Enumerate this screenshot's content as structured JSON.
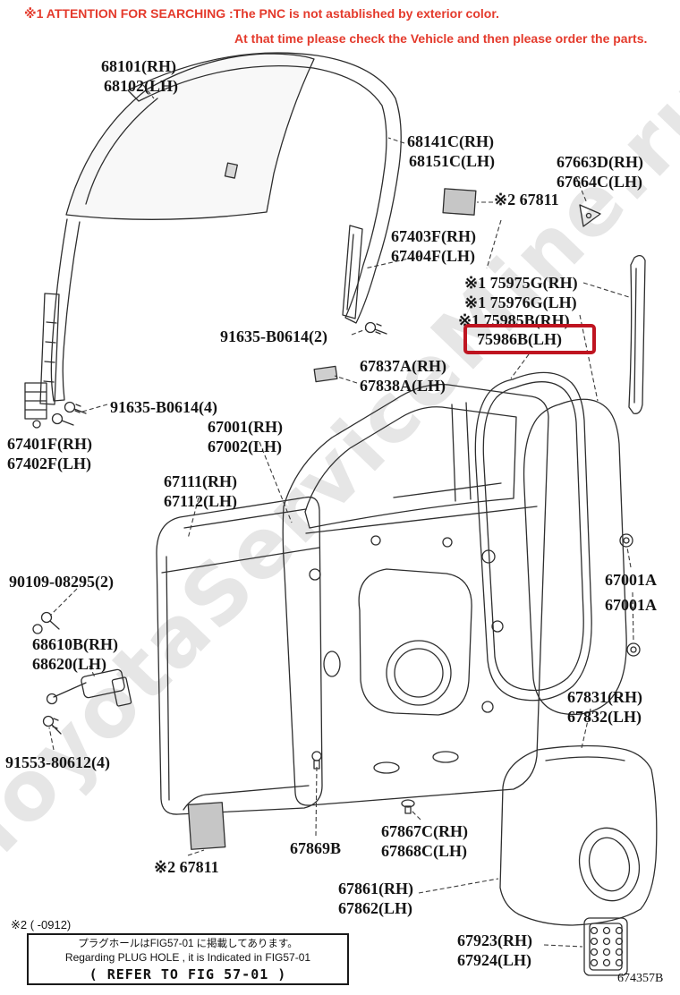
{
  "attention": {
    "line1": "※1 ATTENTION FOR SEARCHING :The PNC is not astablished by exterior color.",
    "line2": "At that time please check the Vehicle and then please order the parts."
  },
  "parts": {
    "p68101": "68101(RH)",
    "p68102": "68102(LH)",
    "p68141c": "68141C(RH)",
    "p68151c": "68151C(LH)",
    "p67663d": "67663D(RH)",
    "p67664c": "67664C(LH)",
    "p67811_top": "※2 67811",
    "p67403f": "67403F(RH)",
    "p67404f": "67404F(LH)",
    "p75975g": "※1 75975G(RH)",
    "p75976g": "※1 75976G(LH)",
    "p75985b": "※1 75985B(RH)",
    "p75986b": "75986B(LH)",
    "p91635_2": "91635-B0614(2)",
    "p67837a": "67837A(RH)",
    "p67838a": "67838A(LH)",
    "p91635_4": "91635-B0614(4)",
    "p67001": "67001(RH)",
    "p67002": "67002(LH)",
    "p67401f": "67401F(RH)",
    "p67402f": "67402F(LH)",
    "p67111": "67111(RH)",
    "p67112": "67112(LH)",
    "p90109": "90109-08295(2)",
    "p68610b": "68610B(RH)",
    "p68620": "68620(LH)",
    "p91553": "91553-80612(4)",
    "p67001a_1": "67001A",
    "p67001a_2": "67001A",
    "p67831": "67831(RH)",
    "p67832": "67832(LH)",
    "p67811_bottom": "※2 67811",
    "p67869b": "67869B",
    "p67867c": "67867C(RH)",
    "p67868c": "67868C(LH)",
    "p67861": "67861(RH)",
    "p67862": "67862(LH)",
    "p67923": "67923(RH)",
    "p67924": "67924(LH)"
  },
  "highlight": {
    "part_number": "75986B(LH)",
    "color": "#bf1420"
  },
  "footnote": {
    "prefix": "※2 ( -0912)",
    "jp": "プラグホールはFIG57-01 に掲載してあります。",
    "en": "Regarding PLUG HOLE , it is Indicated in FIG57-01",
    "refer": "( REFER TO FIG 57-01 )"
  },
  "figure_code": "674357B",
  "watermark": "ToyotaServiceMine.ru"
}
